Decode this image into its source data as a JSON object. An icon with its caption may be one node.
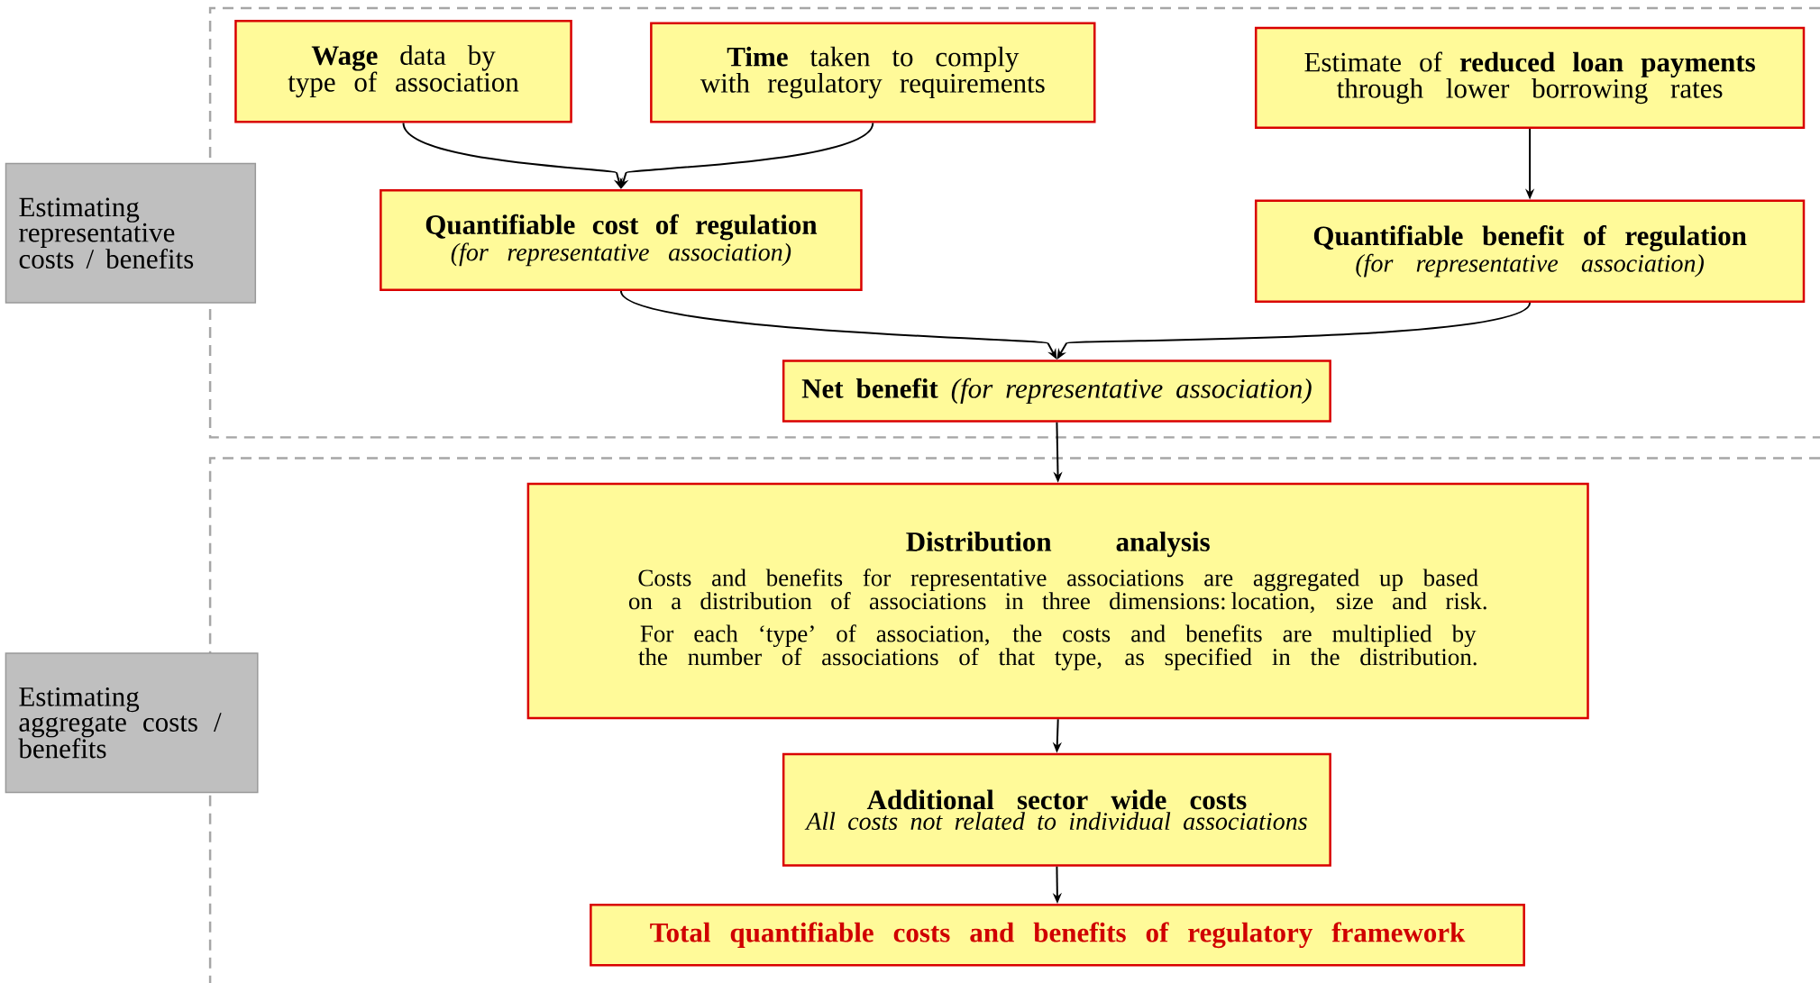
{
  "diagram": {
    "nodes": [
      {
        "text": [
          "Estimating representative costs / benefits"
        ]
      },
      {
        "text": [
          "**Wage** data by type of association"
        ]
      },
      {
        "text": [
          "**Time** taken to comply with regulatory requirements"
        ]
      },
      {
        "text": [
          "Estimate of **reduced loan payments** through lower borrowing rates"
        ]
      },
      {
        "text": [
          "Quantifiable cost of regulation",
          "(for representative association)"
        ]
      },
      {
        "text": [
          "Quantifiable benefit of regulation",
          "(for representative association)"
        ]
      },
      {
        "text": [
          "**Net benefit** *(for representative association)*"
        ]
      },
      {
        "text": [
          "Estimating aggregate costs / benefits"
        ]
      },
      {
        "text": [
          "Distribution analysis",
          "Costs and benefits for representative associations are aggregated up based on a distribution of associations in three dimensions: location, size and risk.",
          "For each ‘type’ of association, the costs and benefits are multiplied by the number of associations of that type, as specified in the distribution."
        ]
      },
      {
        "text": [
          "Additional sector wide costs",
          "All costs not related to individual associations"
        ]
      },
      {
        "text": [
          "Total quantifiable costs and benefits of regulatory framework"
        ]
      }
    ],
    "edges": [
      {
        "from": 1,
        "to": 4,
        "arrow": "to"
      },
      {
        "from": 2,
        "to": 4,
        "arrow": "to"
      },
      {
        "from": 3,
        "to": 5,
        "arrow": "to"
      },
      {
        "from": 4,
        "to": 6,
        "arrow": "to"
      },
      {
        "from": 5,
        "to": 6,
        "arrow": "to"
      },
      {
        "from": 6,
        "to": 8,
        "arrow": "to"
      },
      {
        "from": 8,
        "to": 9,
        "arrow": "to"
      },
      {
        "from": 9,
        "to": 10,
        "arrow": "to"
      }
    ]
  }
}
